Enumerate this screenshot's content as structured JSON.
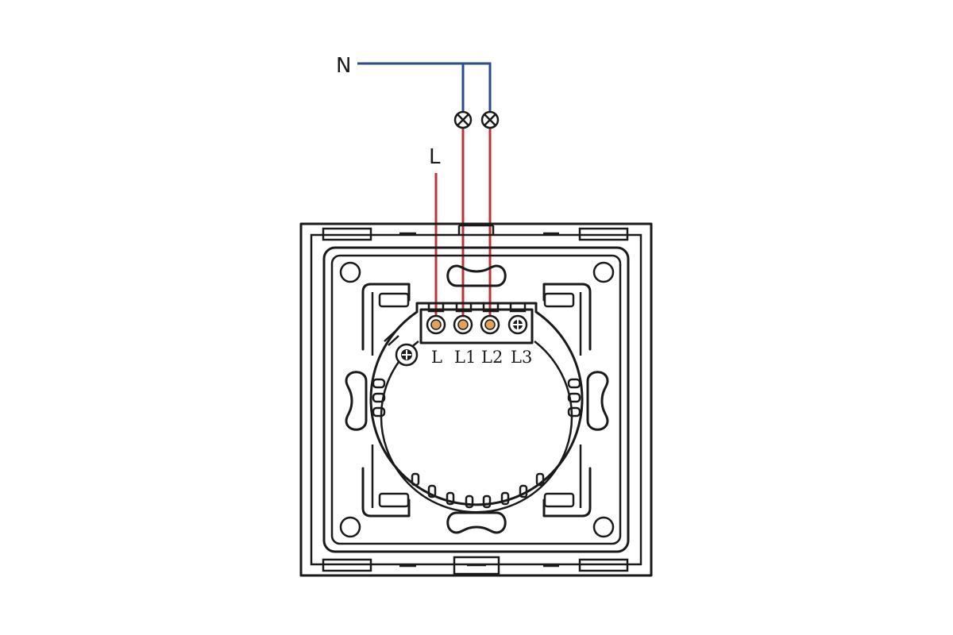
{
  "labels": {
    "neutral": "N",
    "live": "L"
  },
  "terminals": [
    "L",
    "L1",
    "L2",
    "L3"
  ],
  "colors": {
    "neutral_wire": "#2e4a8c",
    "live_wire": "#c0323a",
    "outline": "#1a1a1a",
    "terminal_connected": "#e0a35a"
  },
  "icons": {
    "lamp": "lamp-cross-circle-icon",
    "screw": "terminal-screw-icon",
    "ground": "ground-screw-icon"
  }
}
